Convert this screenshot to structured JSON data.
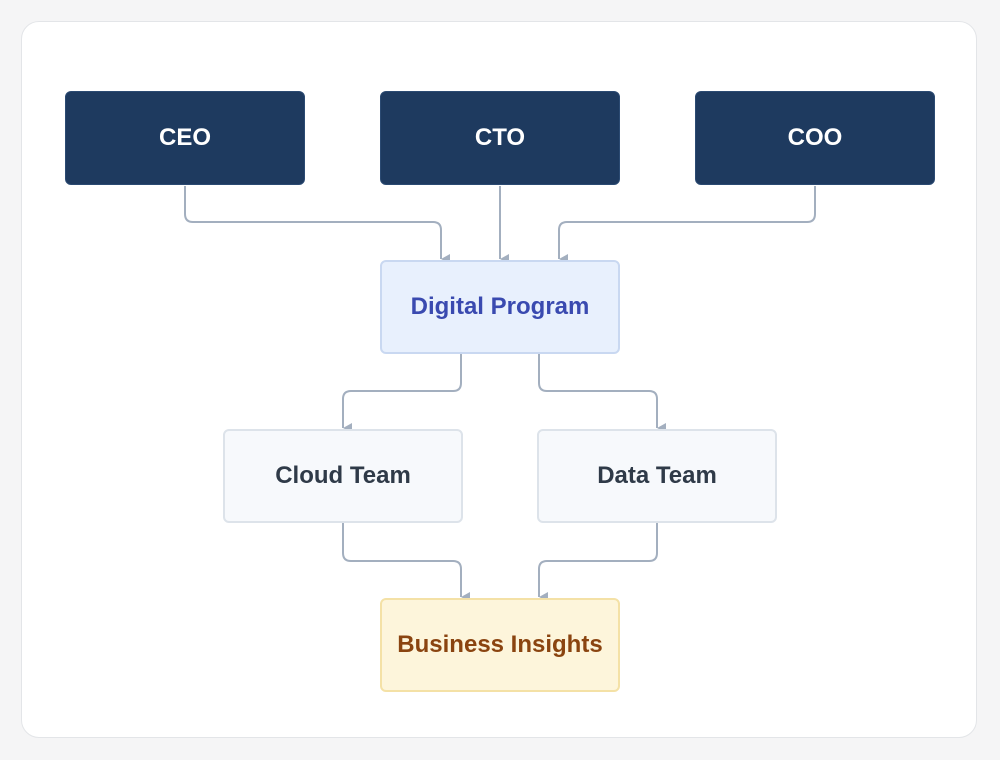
{
  "diagram": {
    "nodes": {
      "ceo": "CEO",
      "cto": "CTO",
      "coo": "COO",
      "program": "Digital Program",
      "cloud": "Cloud Team",
      "data": "Data Team",
      "insights": "Business Insights"
    },
    "colors": {
      "executive_fill": "#1e3a5f",
      "program_fill": "#e8f0fd",
      "program_text": "#3a4ab0",
      "team_fill": "#f7f9fc",
      "team_text": "#2f3a48",
      "output_fill": "#fdf5db",
      "output_text": "#8a4410",
      "connector": "#a3afbf"
    }
  }
}
